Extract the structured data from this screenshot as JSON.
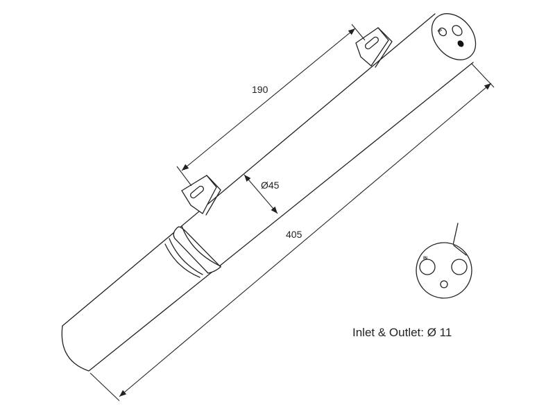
{
  "dimensions": {
    "bracket_spacing": "190",
    "diameter": "Ø45",
    "length": "405"
  },
  "port_labels": {
    "end_view_in": "IN",
    "detail_in": "IN"
  },
  "note": {
    "text": "Inlet & Outlet: Ø 11"
  },
  "colors": {
    "line": "#222222",
    "background": "#ffffff"
  }
}
